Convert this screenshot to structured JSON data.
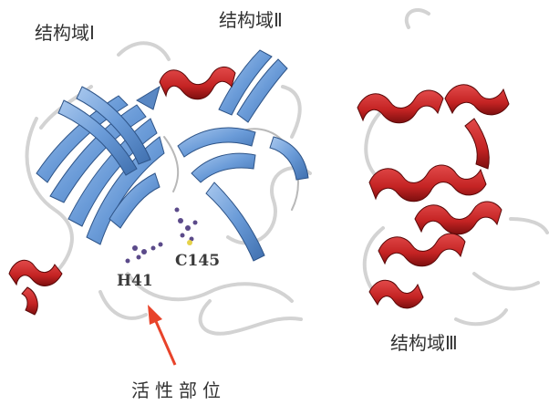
{
  "labels": {
    "domain_1": "结构域Ⅰ",
    "domain_2": "结构域Ⅱ",
    "domain_3": "结构域Ⅲ",
    "residue_h41": "H41",
    "residue_c145": "C145",
    "active_site": "活性部位"
  },
  "colors": {
    "beta_strand": "#6a9bd8",
    "beta_strand_dark": "#3f6fae",
    "alpha_helix": "#c42323",
    "alpha_helix_dark": "#7d0f0f",
    "loop": "#d9d9d9",
    "arrow": "#e8432a",
    "residue_atoms": "#5b4a8a"
  }
}
